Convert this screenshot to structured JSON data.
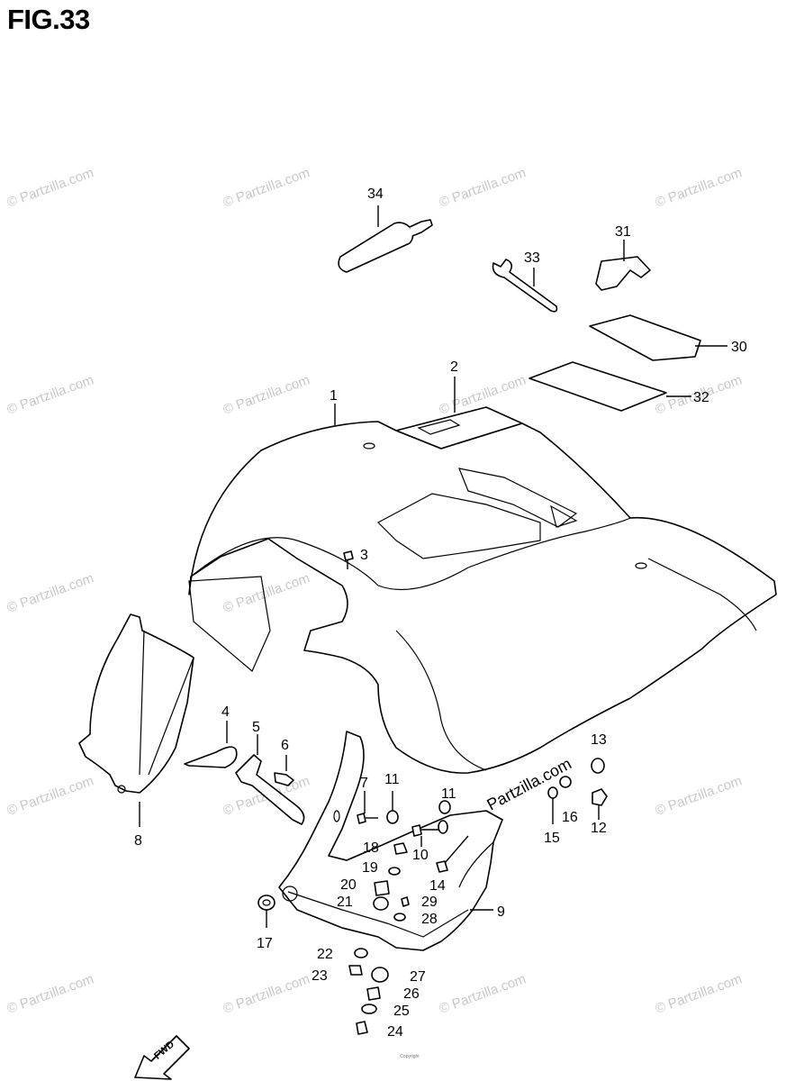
{
  "figure": {
    "title": "FIG.33",
    "fwd_label": "FWD",
    "copyright_text": "Copyright"
  },
  "watermark": {
    "text": "© Partzilla.com",
    "inline_text": "Partzilla.com"
  },
  "callouts": [
    "34",
    "33",
    "31",
    "30",
    "2",
    "32",
    "1",
    "3",
    "4",
    "5",
    "6",
    "8",
    "7",
    "11",
    "11",
    "13",
    "16",
    "12",
    "15",
    "18",
    "10",
    "19",
    "14",
    "20",
    "21",
    "29",
    "9",
    "17",
    "28",
    "22",
    "27",
    "23",
    "26",
    "25",
    "24"
  ]
}
